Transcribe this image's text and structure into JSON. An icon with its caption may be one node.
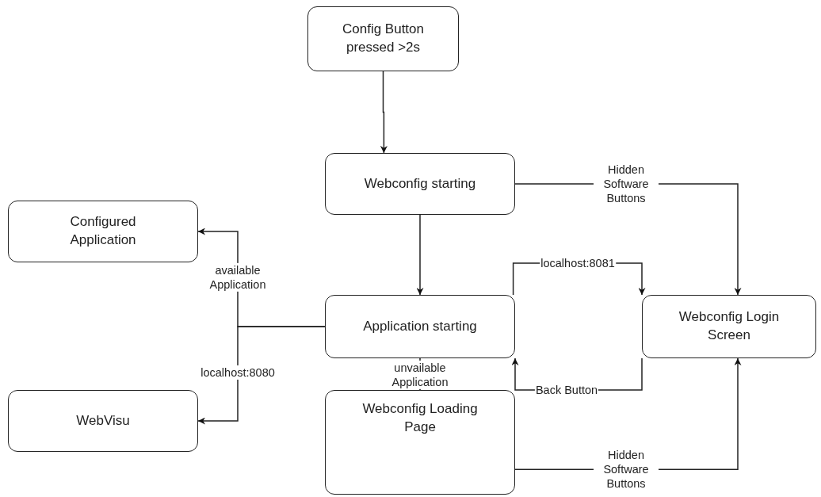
{
  "diagram": {
    "nodes": [
      {
        "text": [
          "Config Button pressed >2s"
        ]
      },
      {
        "text": [
          "Webconfig starting"
        ]
      },
      {
        "text": [
          "Configured Application"
        ]
      },
      {
        "text": [
          "Application starting"
        ]
      },
      {
        "text": [
          "Webconfig Login Screen"
        ]
      },
      {
        "text": [
          "WebVisu"
        ]
      },
      {
        "text": [
          "Webconfig Loading Page"
        ]
      }
    ],
    "edges": [
      {
        "from": 0,
        "to": 1,
        "arrow": "to"
      },
      {
        "from": 1,
        "to": 4,
        "arrow": "to",
        "label": "Hidden Software Buttons"
      },
      {
        "from": 1,
        "to": 3,
        "arrow": "to"
      },
      {
        "from": 3,
        "to": 2,
        "arrow": "to",
        "label": "available Application"
      },
      {
        "from": 3,
        "to": 5,
        "arrow": "to",
        "label": "localhost:8080"
      },
      {
        "from": 3,
        "to": 4,
        "arrow": "to",
        "label": "localhost:8081"
      },
      {
        "from": 4,
        "to": 3,
        "arrow": "to",
        "label": "Back Button"
      },
      {
        "from": 3,
        "to": 6,
        "arrow": "to",
        "label": "unvailable Application"
      },
      {
        "from": 6,
        "to": 4,
        "arrow": "to",
        "label": "Hidden Software Buttons"
      }
    ]
  }
}
